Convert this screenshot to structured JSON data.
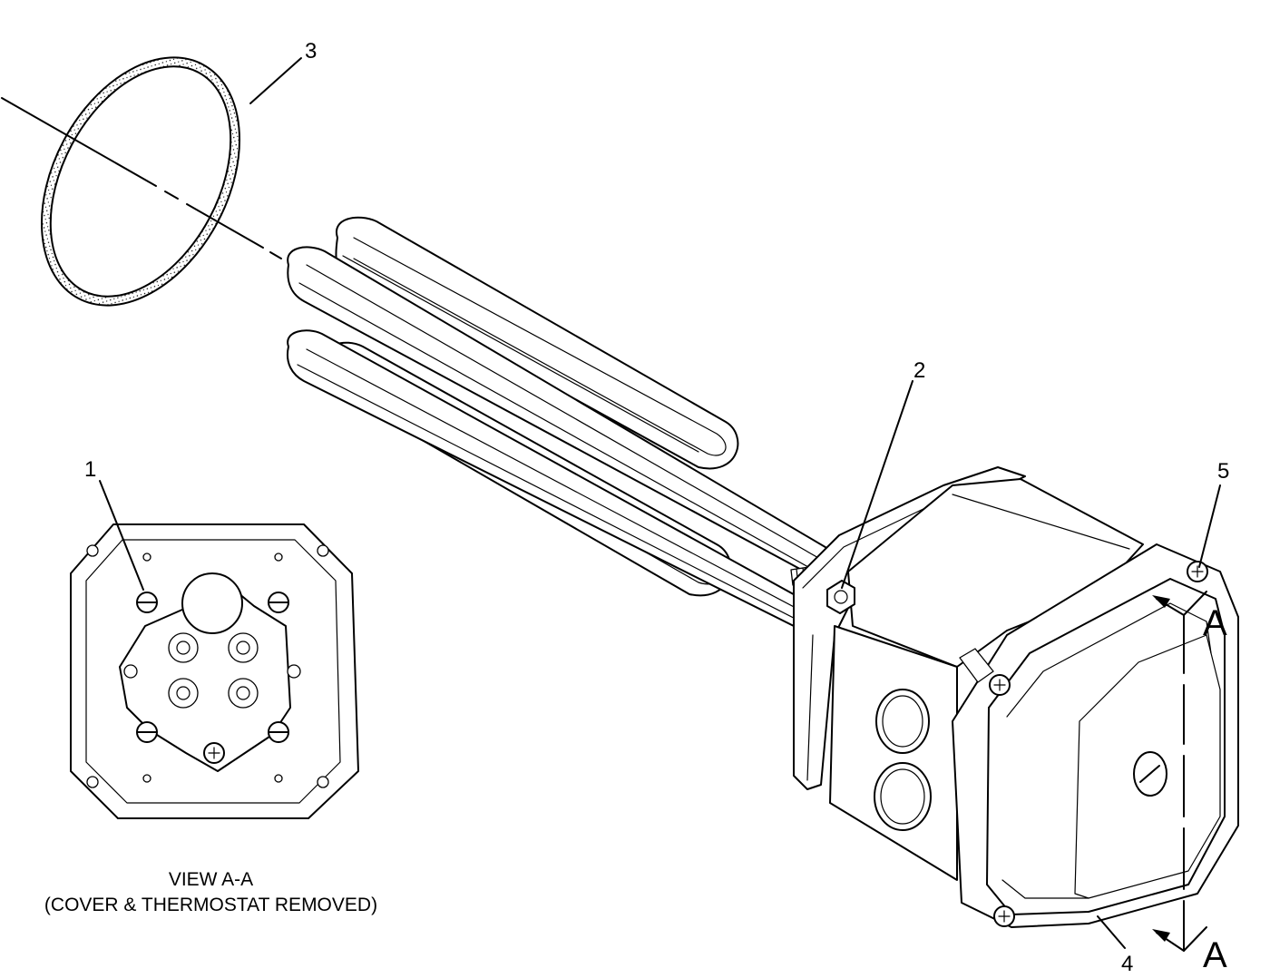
{
  "callouts": {
    "c1": "1",
    "c2": "2",
    "c3": "3",
    "c4": "4",
    "c5": "5"
  },
  "section_marker": {
    "top_letter": "A",
    "bottom_letter": "A"
  },
  "view_caption": {
    "line1": "VIEW A-A",
    "line2": "(COVER & THERMOSTAT REMOVED)"
  }
}
